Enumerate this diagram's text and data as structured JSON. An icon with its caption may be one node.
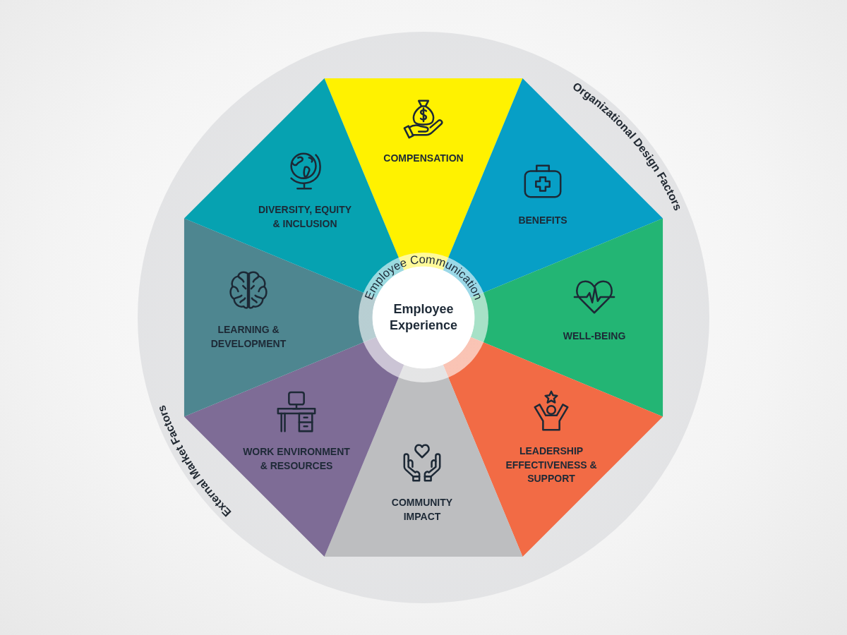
{
  "diagram": {
    "nodes": [
      {
        "text": [
          "Organizational Design Factors",
          "External Market Factors"
        ]
      },
      {
        "text": [
          "COMPENSATION"
        ],
        "in": 0
      },
      {
        "text": [
          "BENEFITS"
        ],
        "in": 0
      },
      {
        "text": [
          "WELL-BEING"
        ],
        "in": 0
      },
      {
        "text": [
          "LEADERSHIP EFFECTIVENESS & SUPPORT"
        ],
        "in": 0
      },
      {
        "text": [
          "COMMUNITY IMPACT"
        ],
        "in": 0
      },
      {
        "text": [
          "WORK ENVIRONMENT & RESOURCES"
        ],
        "in": 0
      },
      {
        "text": [
          "LEARNING & DEVELOPMENT"
        ],
        "in": 0
      },
      {
        "text": [
          "DIVERSITY, EQUITY & INCLUSION"
        ],
        "in": 0
      },
      {
        "text": [
          "Employee Communication"
        ],
        "in": 0
      },
      {
        "text": [
          "Employee Experience"
        ],
        "in": 9
      }
    ]
  }
}
